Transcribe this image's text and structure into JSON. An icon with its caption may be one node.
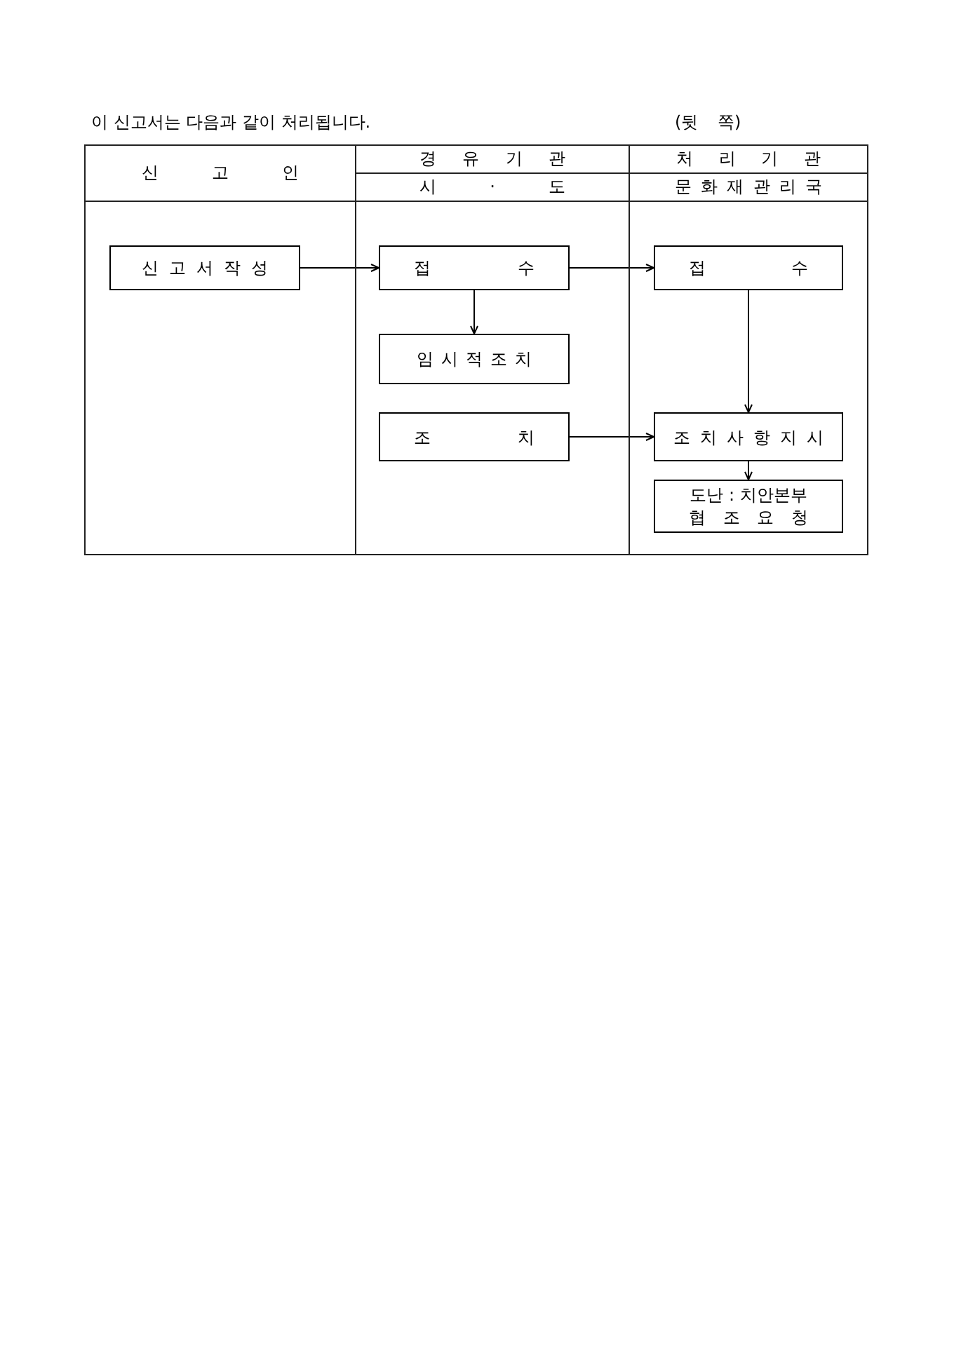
{
  "diagram": {
    "title": "이 신고서는 다음과 같이 처리됩니다.",
    "nodes": [
      {
        "text": [
          "신 고 인"
        ]
      },
      {
        "text": [
          "경 유 기 관",
          "시 · 도"
        ]
      },
      {
        "text": [
          "처 리 기 관",
          "문 화 재 관 리 국"
        ]
      },
      {
        "text": [
          "신 고 서 작 성"
        ],
        "in": 0
      },
      {
        "text": [
          "접 수"
        ],
        "in": 1
      },
      {
        "text": [
          "임 시 적 조 치"
        ],
        "in": 1
      },
      {
        "text": [
          "조 치"
        ],
        "in": 1
      },
      {
        "text": [
          "접 수"
        ],
        "in": 2
      },
      {
        "text": [
          "조 치 사 항 지 시"
        ],
        "in": 2
      },
      {
        "text": [
          "도난 : 치안본부",
          "협 조 요 청"
        ],
        "in": 2
      }
    ],
    "edges": [
      {
        "from": 3,
        "to": 4,
        "arrow": "to"
      },
      {
        "from": 4,
        "to": 7,
        "arrow": "to"
      },
      {
        "from": 4,
        "to": 5,
        "arrow": "to"
      },
      {
        "from": 6,
        "to": 8,
        "arrow": "to"
      },
      {
        "from": 7,
        "to": 8,
        "arrow": "to"
      },
      {
        "from": 8,
        "to": 9,
        "arrow": "to"
      }
    ],
    "labels": [
      "(뒷 쪽)"
    ]
  }
}
